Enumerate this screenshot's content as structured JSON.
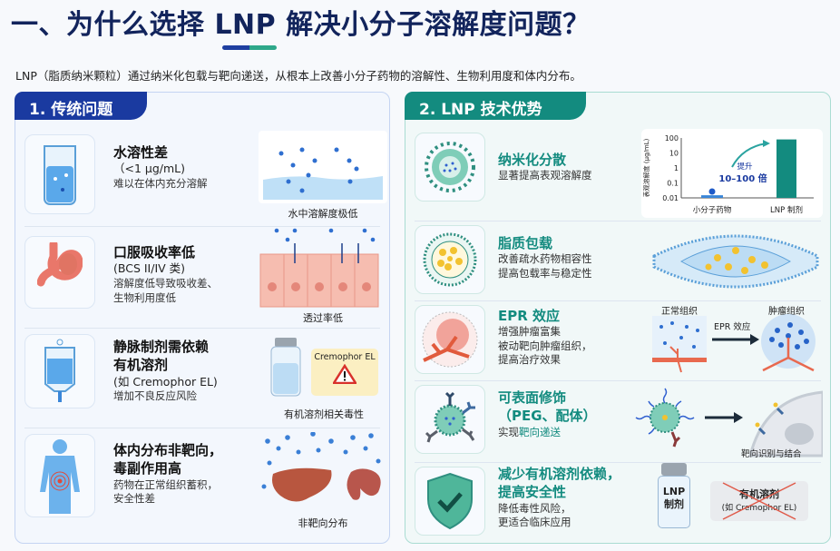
{
  "header": {
    "title": "一、为什么选择 LNP 解决小分子溶解度问题？",
    "subtitle": "LNP（脂质纳米颗粒）通过纳米化包载与靶向递送，从根本上改善小分子药物的溶解性、生物利用度和体内分布。"
  },
  "left": {
    "tab": "1. 传统问题",
    "rows": [
      {
        "icon": "beaker-icon",
        "title": "水溶性差",
        "sub": "（<1 μg/mL)",
        "desc": [
          "难以在体内充分溶解"
        ],
        "caption": "水中溶解度极低"
      },
      {
        "icon": "stomach-icon",
        "title": "口服吸收率低",
        "sub": "(BCS II/IV 类)",
        "desc": [
          "溶解度低导致吸收差、",
          "生物利用度低"
        ],
        "caption": "透过率低"
      },
      {
        "icon": "iv-bag-icon",
        "title": "静脉制剂需依赖",
        "title2": "有机溶剂",
        "sub": "(如 Cremophor EL)",
        "desc": [
          "增加不良反应风险"
        ],
        "caption": "有机溶剂相关毒性",
        "bubble": "Cremophor EL"
      },
      {
        "icon": "human-body-icon",
        "title": "体内分布非靶向，",
        "title2": "毒副作用高",
        "desc": [
          "药物在正常组织蓄积，",
          "安全性差"
        ],
        "caption": "非靶向分布"
      }
    ]
  },
  "right": {
    "tab": "2. LNP 技术优势",
    "rows": [
      {
        "icon": "nanoparticle-icon",
        "title": "纳米化分散",
        "desc": [
          "显著提高表观溶解度"
        ]
      },
      {
        "icon": "lipid-vesicle-icon",
        "title": "脂质包载",
        "desc": [
          "改善疏水药物相容性",
          "提高包载率与稳定性"
        ]
      },
      {
        "icon": "tumor-vessel-icon",
        "title": "EPR 效应",
        "desc": [
          "增强肿瘤富集",
          "被动靶向肿瘤组织，",
          "提高治疗效果"
        ],
        "label_normal": "正常组织",
        "label_tumor": "肿瘤组织",
        "arrow_label": "EPR 效应"
      },
      {
        "icon": "ligand-particle-icon",
        "title": "可表面修饰",
        "title2": "（PEG、配体）",
        "desc_prefix": "实现",
        "desc_highlight": "靶向递送",
        "caption": "靶向识别与结合"
      },
      {
        "icon": "shield-check-icon",
        "title": "减少有机溶剂依赖，",
        "title2": "提高安全性",
        "desc": [
          "降低毒性风险，",
          "更适合临床应用"
        ],
        "vial_label": [
          "LNP",
          "制剂"
        ],
        "crossed": [
          "有机溶剂",
          "(如 Cremophor EL)"
        ]
      }
    ]
  },
  "chart_data": {
    "type": "bar",
    "categories": [
      "小分子药物",
      "LNP 制剂"
    ],
    "values": [
      0.015,
      80
    ],
    "ylabel": "表观溶解度 (μg/mL)",
    "yscale": "log",
    "ylim": [
      0.01,
      100
    ],
    "yticks": [
      "100",
      "10",
      "1",
      "0.1",
      "0.01"
    ],
    "annotation": [
      "提升",
      "10–100 倍"
    ],
    "colors": [
      "#3a86d8",
      "#138b7f"
    ]
  },
  "colors": {
    "navy": "#12245c",
    "blue_tab": "#1a3aa0",
    "teal_tab": "#138b7f"
  }
}
